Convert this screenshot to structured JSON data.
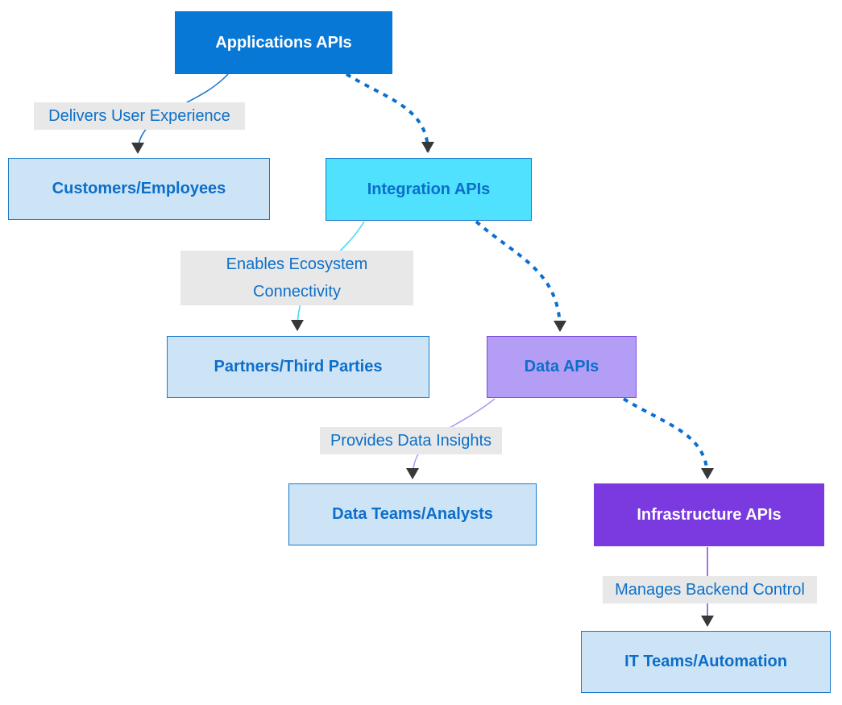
{
  "diagram": {
    "type": "flowchart",
    "background_color": "#ffffff",
    "arrowhead_color": "#383838",
    "edge_label_style": {
      "background": "#e8e8e8",
      "text_color": "#0c70c9"
    },
    "nodes": {
      "applications": {
        "label": "Applications APIs",
        "fill": "#0878d6",
        "text_color": "#ffffff"
      },
      "customers": {
        "label": "Customers/Employees",
        "fill": "#cde4f6",
        "border": "#1b79c8",
        "text_color": "#0d6ec9"
      },
      "integration": {
        "label": "Integration APIs",
        "fill": "#4fe1fd",
        "border": "#1b79c8",
        "text_color": "#0d6ec9"
      },
      "partners": {
        "label": "Partners/Third Parties",
        "fill": "#cde4f6",
        "border": "#1b79c8",
        "text_color": "#0d6ec9"
      },
      "data": {
        "label": "Data APIs",
        "fill": "#b49ef5",
        "border": "#7a49e0",
        "text_color": "#0d6ec9"
      },
      "data_teams": {
        "label": "Data Teams/Analysts",
        "fill": "#cde4f6",
        "border": "#1b79c8",
        "text_color": "#0d6ec9"
      },
      "infrastructure": {
        "label": "Infrastructure APIs",
        "fill": "#7a3ae0",
        "text_color": "#ffffff"
      },
      "it_teams": {
        "label": "IT Teams/Automation",
        "fill": "#cde4f6",
        "border": "#1b79c8",
        "text_color": "#0d6ec9"
      }
    },
    "edges": [
      {
        "from": "applications",
        "to": "customers",
        "label": "Delivers User Experience",
        "style": "solid",
        "color": "#1b7ad3"
      },
      {
        "from": "applications",
        "to": "integration",
        "label": "",
        "style": "dashed",
        "color": "#0b6fd0"
      },
      {
        "from": "integration",
        "to": "partners",
        "label": "Enables Ecosystem Connectivity",
        "style": "solid",
        "color": "#45dcf8"
      },
      {
        "from": "integration",
        "to": "data",
        "label": "",
        "style": "dashed",
        "color": "#0b6fd0"
      },
      {
        "from": "data",
        "to": "data_teams",
        "label": "Provides Data Insights",
        "style": "solid",
        "color": "#b19af0"
      },
      {
        "from": "data",
        "to": "infrastructure",
        "label": "",
        "style": "dashed",
        "color": "#0b6fd0"
      },
      {
        "from": "infrastructure",
        "to": "it_teams",
        "label": "Manages Backend Control",
        "style": "solid",
        "color": "#8a52e0"
      }
    ]
  }
}
